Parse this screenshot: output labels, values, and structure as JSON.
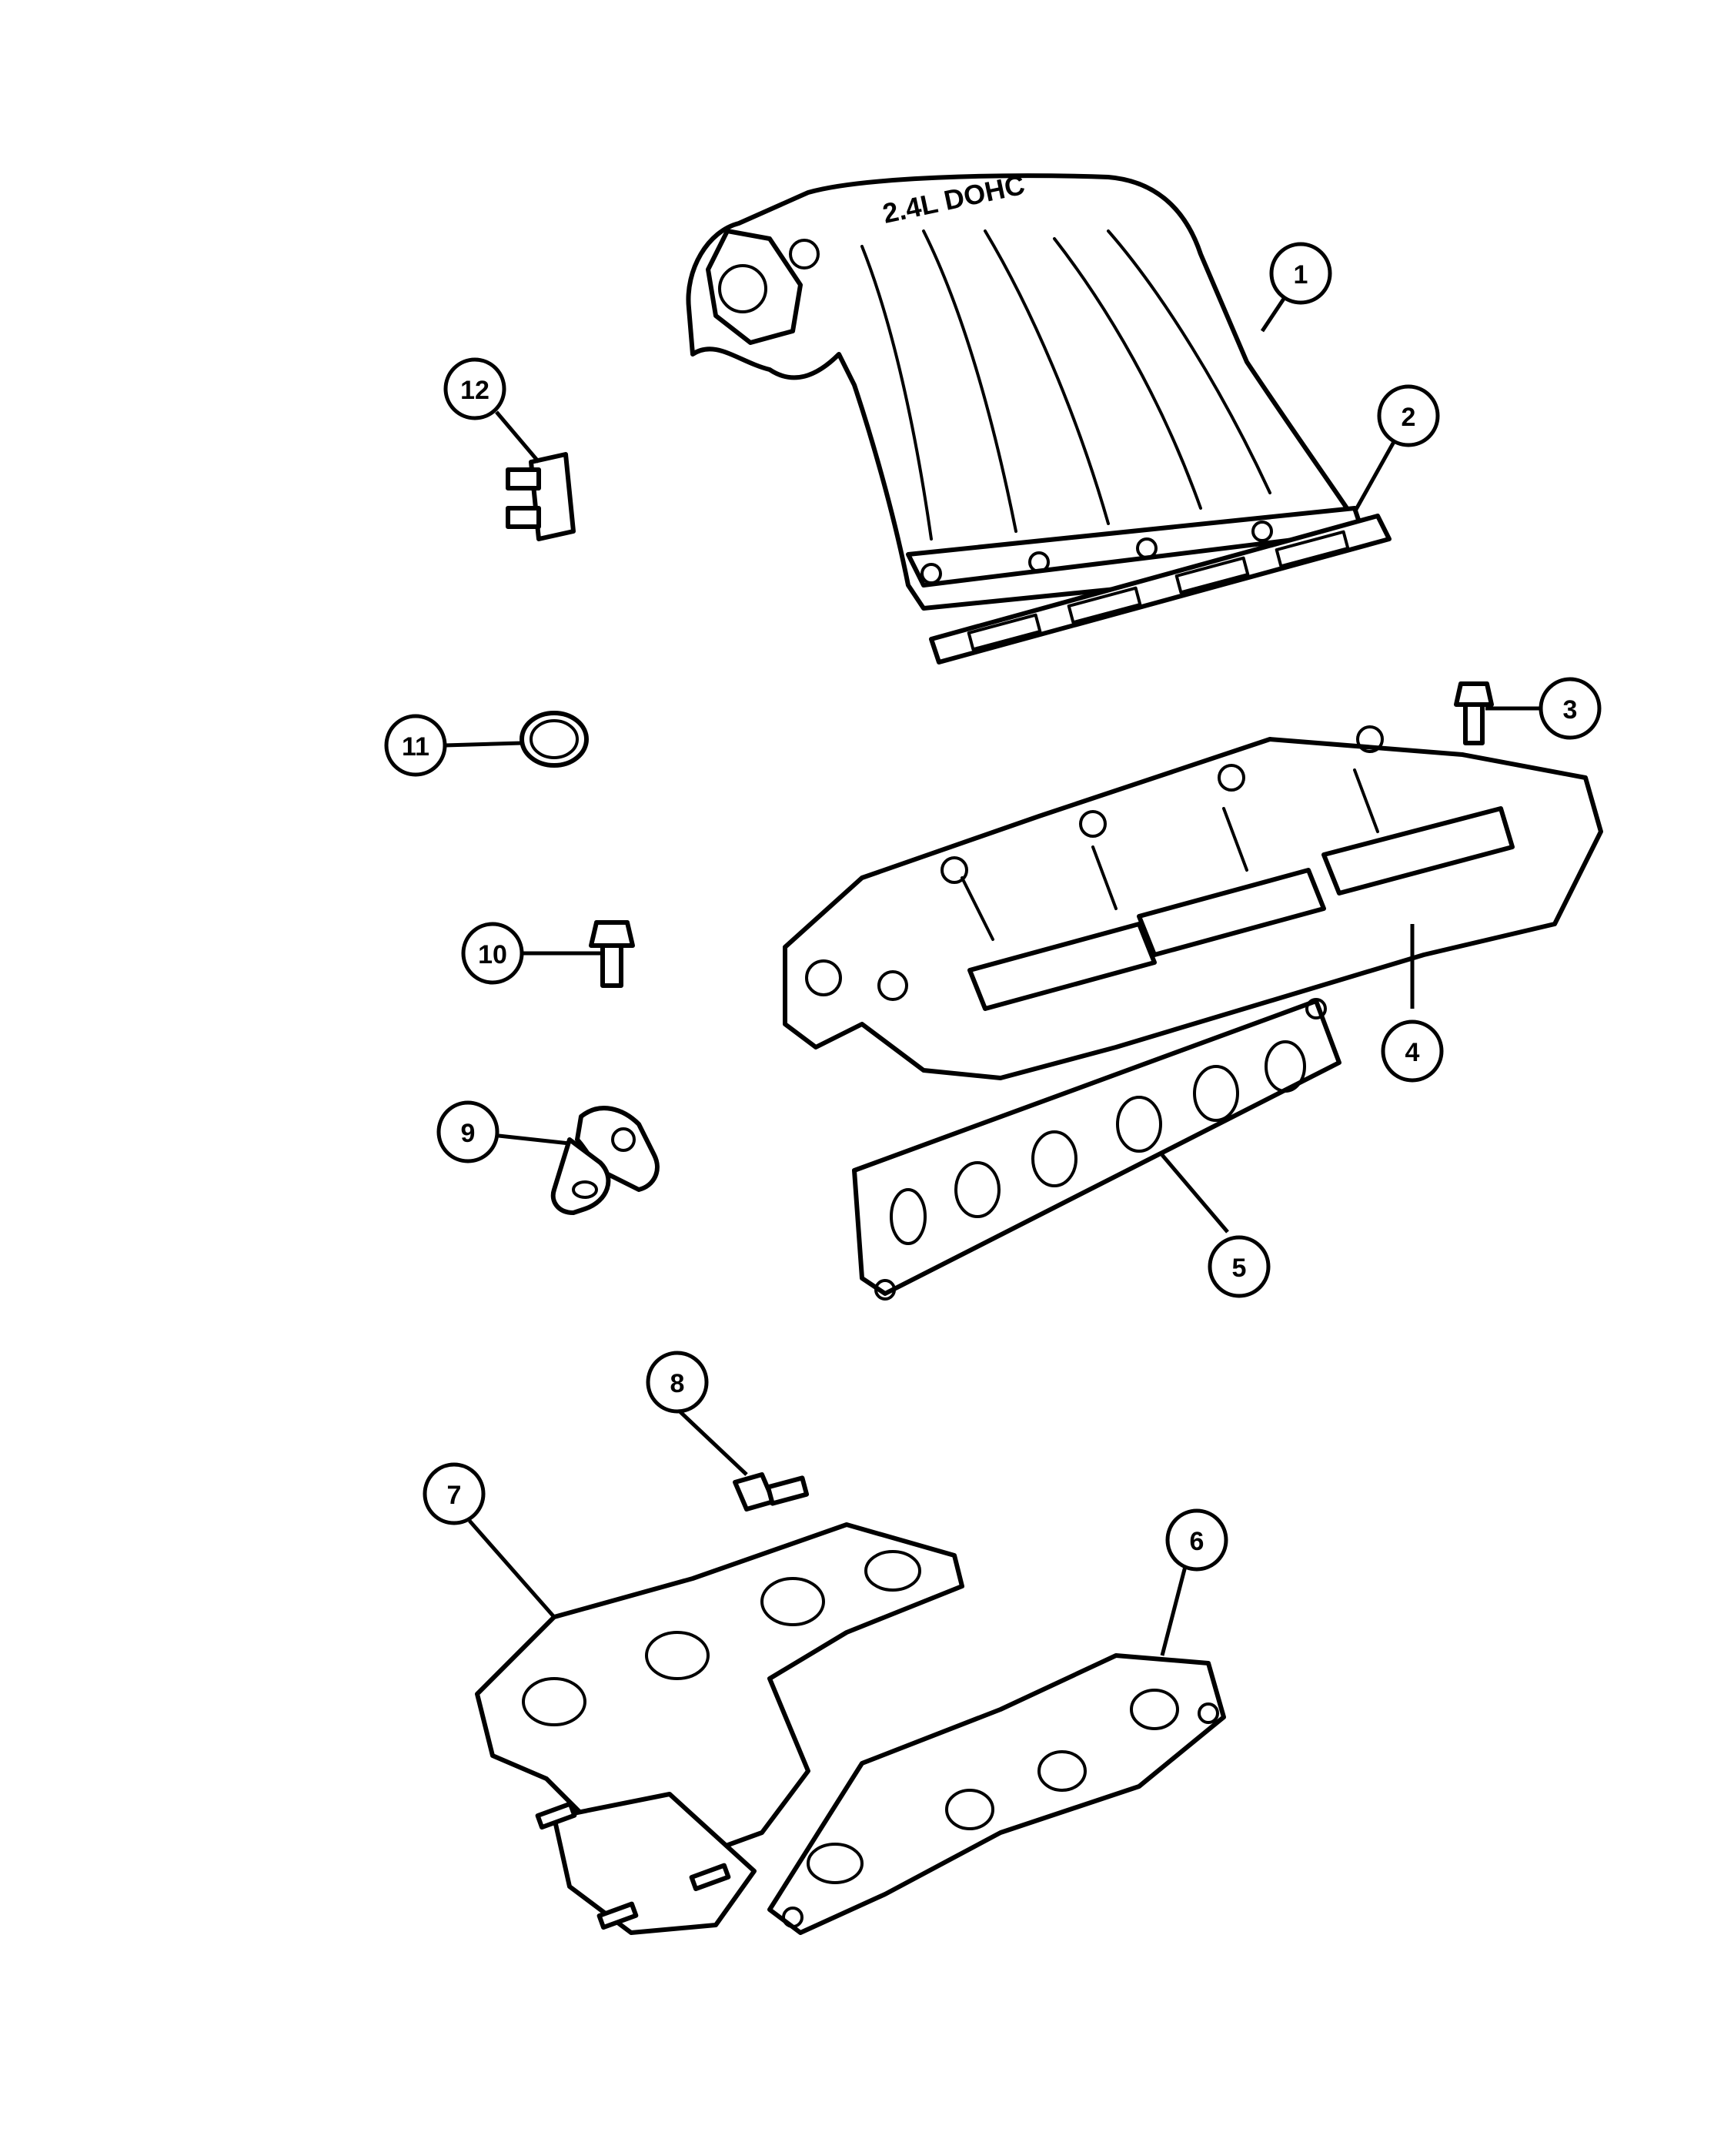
{
  "diagram": {
    "manifold_engraving": "2.4L DOHC",
    "callouts": [
      {
        "id": "callout-1",
        "label": "1"
      },
      {
        "id": "callout-2",
        "label": "2"
      },
      {
        "id": "callout-3",
        "label": "3"
      },
      {
        "id": "callout-4",
        "label": "4"
      },
      {
        "id": "callout-5",
        "label": "5"
      },
      {
        "id": "callout-6",
        "label": "6"
      },
      {
        "id": "callout-7",
        "label": "7"
      },
      {
        "id": "callout-8",
        "label": "8"
      },
      {
        "id": "callout-9",
        "label": "9"
      },
      {
        "id": "callout-10",
        "label": "10"
      },
      {
        "id": "callout-11",
        "label": "11"
      },
      {
        "id": "callout-12",
        "label": "12"
      }
    ]
  },
  "colors": {
    "line": "#000000",
    "background": "#ffffff"
  }
}
